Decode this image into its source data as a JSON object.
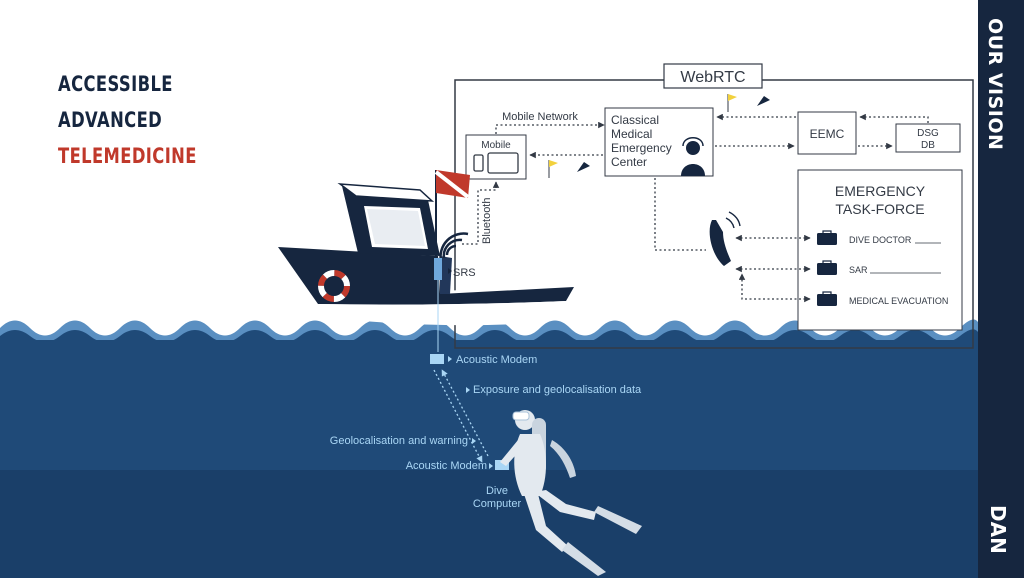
{
  "headline": {
    "line1": "ACCESSIBLE",
    "line2": "ADVANCED",
    "line3": "TELEMEDICINE"
  },
  "sidebar": {
    "vision_label": "OUR VISION",
    "logo_text": "DAN"
  },
  "diagram": {
    "webrtc": "WebRTC",
    "mobile_network": "Mobile Network",
    "mobile": "Mobile",
    "bluetooth": "Bluetooth",
    "srs": "SRS",
    "center": {
      "line1": "Classical",
      "line2": "Medical",
      "line3": "Emergency",
      "line4": "Center"
    },
    "eemc": "EEMC",
    "dsg": {
      "line1": "DSG",
      "line2": "DB"
    },
    "task_force": {
      "line1": "EMERGENCY",
      "line2": "TASK-FORCE"
    },
    "tf_items": [
      "DIVE DOCTOR",
      "SAR",
      "MEDICAL EVACUATION"
    ],
    "acoustic_modem_top": "Acoustic Modem",
    "exposure": "Exposure and geolocalisation data",
    "geo_warning": "Geolocalisation and warning",
    "acoustic_modem_bottom": "Acoustic Modem",
    "dive_computer": {
      "line1": "Dive",
      "line2": "Computer"
    }
  },
  "colors": {
    "navy": "#16263f",
    "sea": "#1f4a78",
    "sea_deep": "#1a3f69",
    "wave": "#5a8fc1",
    "red": "#c0392b",
    "flag_yellow": "#f2d13d",
    "ice": "#a9d6f5",
    "ink": "#333a45"
  }
}
